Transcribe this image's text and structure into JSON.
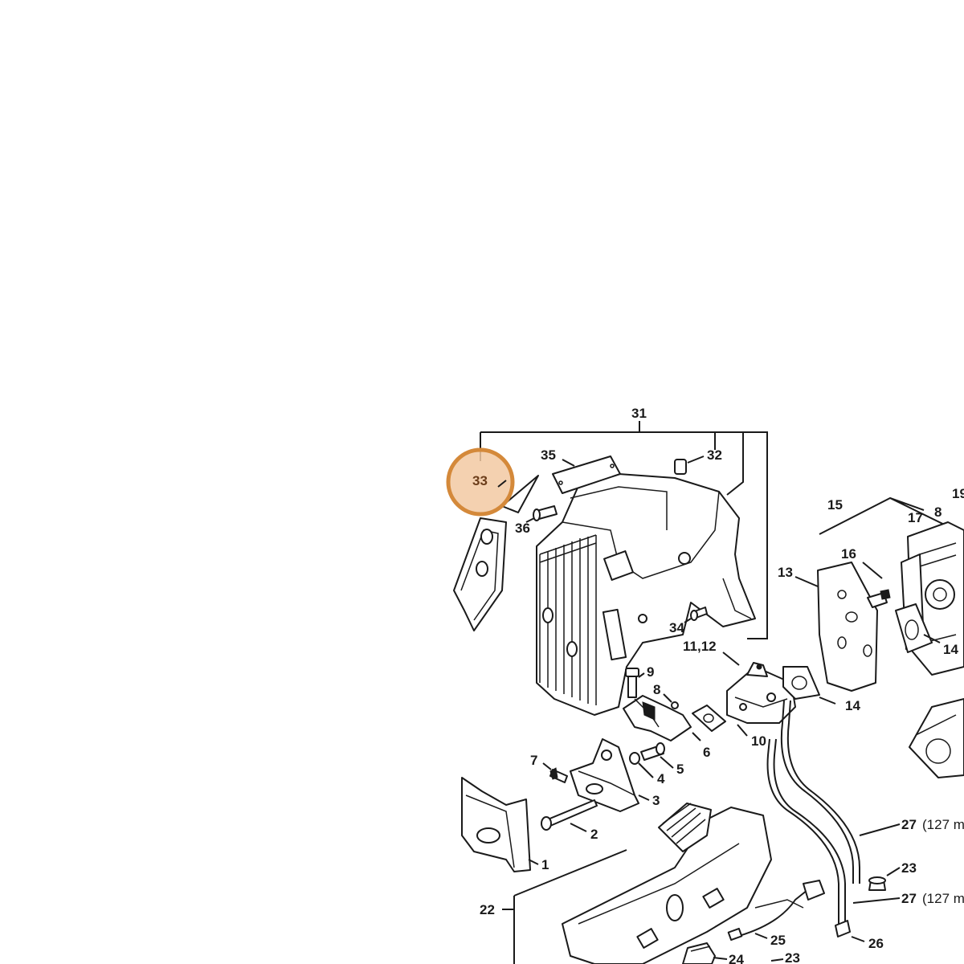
{
  "highlight": {
    "part": "33",
    "color": "#d4893a",
    "fill": "#f2c9a2"
  },
  "callouts": {
    "c1": "1",
    "c2": "2",
    "c3": "3",
    "c4": "4",
    "c5": "5",
    "c6": "6",
    "c7": "7",
    "c8a": "8",
    "c8b": "8",
    "c9": "9",
    "c10": "10",
    "c11_12": "11,12",
    "c13": "13",
    "c14a": "14",
    "c14b": "14",
    "c15": "15",
    "c16": "16",
    "c17": "17",
    "c19": "19",
    "c22": "22",
    "c23a": "23",
    "c23b": "23",
    "c24": "24",
    "c25": "25",
    "c26": "26",
    "c27a": "27",
    "c27a_note": "(127 m",
    "c27b": "27",
    "c27b_note": "(127 m",
    "c31": "31",
    "c32": "32",
    "c33": "33",
    "c34": "34",
    "c35": "35",
    "c36": "36"
  }
}
